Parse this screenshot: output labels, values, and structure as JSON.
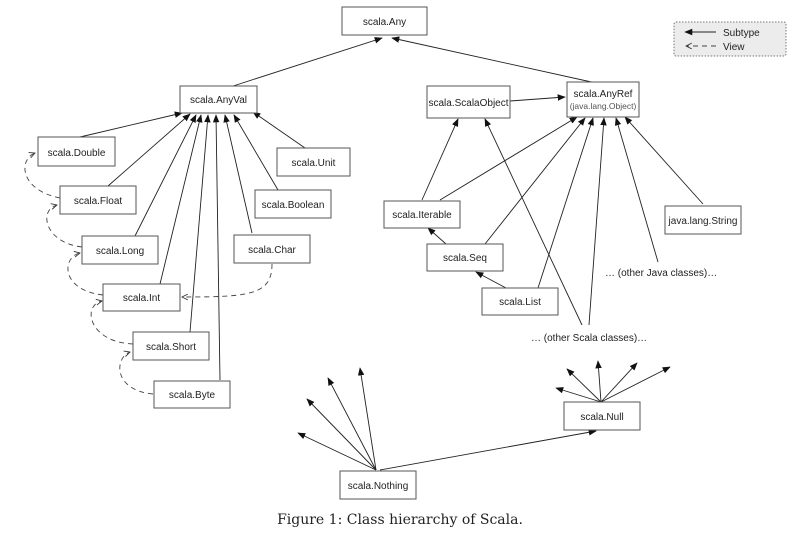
{
  "caption": "Figure 1: Class hierarchy of Scala.",
  "legend": {
    "subtype_label": "Subtype",
    "view_label": "View"
  },
  "nodes": {
    "any": {
      "label": "scala.Any"
    },
    "anyval": {
      "label": "scala.AnyVal"
    },
    "scalaobject": {
      "label": "scala.ScalaObject"
    },
    "anyref": {
      "label": "scala.AnyRef",
      "sublabel": "(java.lang.Object)"
    },
    "double": {
      "label": "scala.Double"
    },
    "float": {
      "label": "scala.Float"
    },
    "long": {
      "label": "scala.Long"
    },
    "int": {
      "label": "scala.Int"
    },
    "short": {
      "label": "scala.Short"
    },
    "byte": {
      "label": "scala.Byte"
    },
    "unit": {
      "label": "scala.Unit"
    },
    "boolean": {
      "label": "scala.Boolean"
    },
    "char": {
      "label": "scala.Char"
    },
    "iterable": {
      "label": "scala.Iterable"
    },
    "seq": {
      "label": "scala.Seq"
    },
    "list": {
      "label": "scala.List"
    },
    "string": {
      "label": "java.lang.String"
    },
    "null": {
      "label": "scala.Null"
    },
    "nothing": {
      "label": "scala.Nothing"
    }
  },
  "annotations": {
    "other_java": "… (other Java classes)…",
    "other_scala": "… (other Scala classes)…"
  },
  "subtype_edges": [
    [
      "anyval",
      "any"
    ],
    [
      "anyref",
      "any"
    ],
    [
      "double",
      "anyval"
    ],
    [
      "float",
      "anyval"
    ],
    [
      "long",
      "anyval"
    ],
    [
      "int",
      "anyval"
    ],
    [
      "short",
      "anyval"
    ],
    [
      "byte",
      "anyval"
    ],
    [
      "char",
      "anyval"
    ],
    [
      "boolean",
      "anyval"
    ],
    [
      "unit",
      "anyval"
    ],
    [
      "scalaobject",
      "anyref"
    ],
    [
      "iterable",
      "scalaobject"
    ],
    [
      "iterable",
      "anyref"
    ],
    [
      "seq",
      "iterable"
    ],
    [
      "seq",
      "anyref"
    ],
    [
      "list",
      "seq"
    ],
    [
      "list",
      "anyref"
    ],
    [
      "string",
      "anyref"
    ],
    [
      "other_java",
      "anyref"
    ],
    [
      "other_scala",
      "anyref"
    ],
    [
      "other_scala",
      "scalaobject"
    ],
    [
      "nothing",
      "null"
    ]
  ],
  "view_edges": [
    [
      "float",
      "double"
    ],
    [
      "long",
      "float"
    ],
    [
      "int",
      "long"
    ],
    [
      "short",
      "int"
    ],
    [
      "byte",
      "short"
    ],
    [
      "char",
      "int"
    ]
  ]
}
